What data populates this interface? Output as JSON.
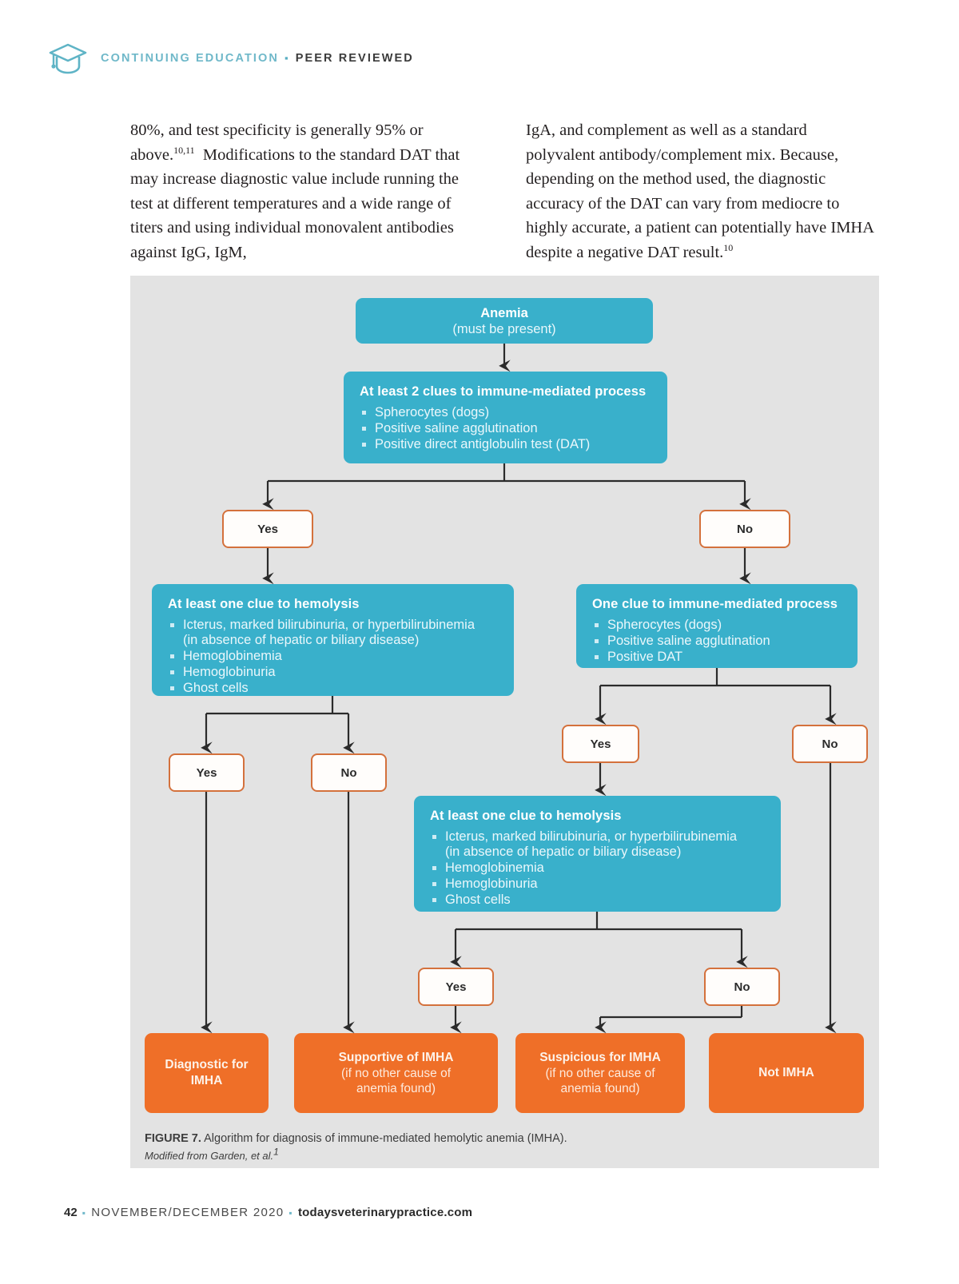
{
  "header": {
    "icon": "graduation-cap-icon",
    "continuing_education": "CONTINUING EDUCATION",
    "separator": "▪",
    "peer_reviewed": "PEER REVIEWED"
  },
  "body": {
    "left_column": "80%, and test specificity is generally 95% or above.  Modifications to the standard DAT that may increase diagnostic value include running the test at different temperatures and a wide range of titers and using individual monovalent antibodies against IgG, IgM,",
    "left_sup": "10,11",
    "right_column": "IgA, and complement as well as a standard polyvalent antibody/complement mix. Because, depending on the method used, the diagnostic accuracy of the DAT can vary from mediocre to highly accurate, a patient can potentially have IMHA despite a negative DAT result.",
    "right_sup": "10"
  },
  "figure": {
    "caption_label": "FIGURE 7.",
    "caption_text": " Algorithm for diagnosis of immune-mediated hemolytic anemia (IMHA).",
    "source": "Modified from Garden, et al.",
    "source_sup": "1",
    "colors": {
      "teal": "#39b0cb",
      "orange": "#ef6f28",
      "decision_border": "#d4713c",
      "panel_bg": "#e3e3e3",
      "connector": "#2b2b2b"
    },
    "nodes": {
      "anemia": {
        "title": "Anemia",
        "subtitle": "(must be present)"
      },
      "clues2": {
        "title": "At least 2 clues to immune-mediated process",
        "items": [
          "Spherocytes (dogs)",
          "Positive saline agglutination",
          "Positive direct antiglobulin test (DAT)"
        ]
      },
      "hemolysis_left": {
        "title": "At least one clue to hemolysis",
        "items": [
          "Icterus, marked bilirubinuria, or hyperbilirubinemia",
          "Hemoglobinemia",
          "Hemoglobinuria",
          "Ghost cells"
        ],
        "item1_sub": "(in absence of hepatic or biliary disease)"
      },
      "one_clue": {
        "title": "One clue to immune-mediated process",
        "items": [
          "Spherocytes (dogs)",
          "Positive saline agglutination",
          "Positive DAT"
        ]
      },
      "hemolysis_mid": {
        "title": "At least one clue to hemolysis",
        "items": [
          "Icterus, marked bilirubinuria, or hyperbilirubinemia",
          "Hemoglobinemia",
          "Hemoglobinuria",
          "Ghost cells"
        ],
        "item1_sub": "(in absence of hepatic or biliary disease)"
      },
      "decisions": {
        "yes1": "Yes",
        "no1": "No",
        "yes2": "Yes",
        "no2": "No",
        "yes3": "Yes",
        "no3": "No",
        "yes4": "Yes",
        "no4": "No"
      },
      "outcomes": {
        "diagnostic": {
          "line1": "Diagnostic for",
          "line2": "IMHA"
        },
        "supportive": {
          "line1": "Supportive of IMHA",
          "line2": "(if no other cause of",
          "line3": "anemia found)"
        },
        "suspicious": {
          "line1": "Suspicious for IMHA",
          "line2": "(if no other cause of",
          "line3": "anemia found)"
        },
        "not_imha": {
          "line1": "Not IMHA"
        }
      }
    }
  },
  "footer": {
    "page": "42",
    "sep": "▪",
    "issue": "NOVEMBER/DECEMBER 2020",
    "site": "todaysveterinarypractice.com"
  }
}
